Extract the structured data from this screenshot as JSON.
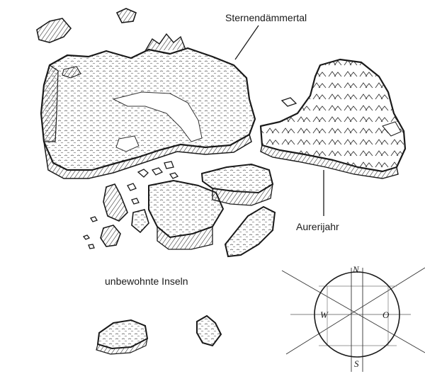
{
  "labels": {
    "sternendaemmertal": "Sternendämmertal",
    "aurerijahr": "Aurerijahr",
    "unbewohnte_inseln": "unbewohnte Inseln"
  },
  "compass": {
    "north": "N",
    "south": "S",
    "west": "W",
    "east": "O"
  },
  "colors": {
    "ink": "#1a1a1a",
    "paper": "#ffffff",
    "hatch": "#555555"
  }
}
